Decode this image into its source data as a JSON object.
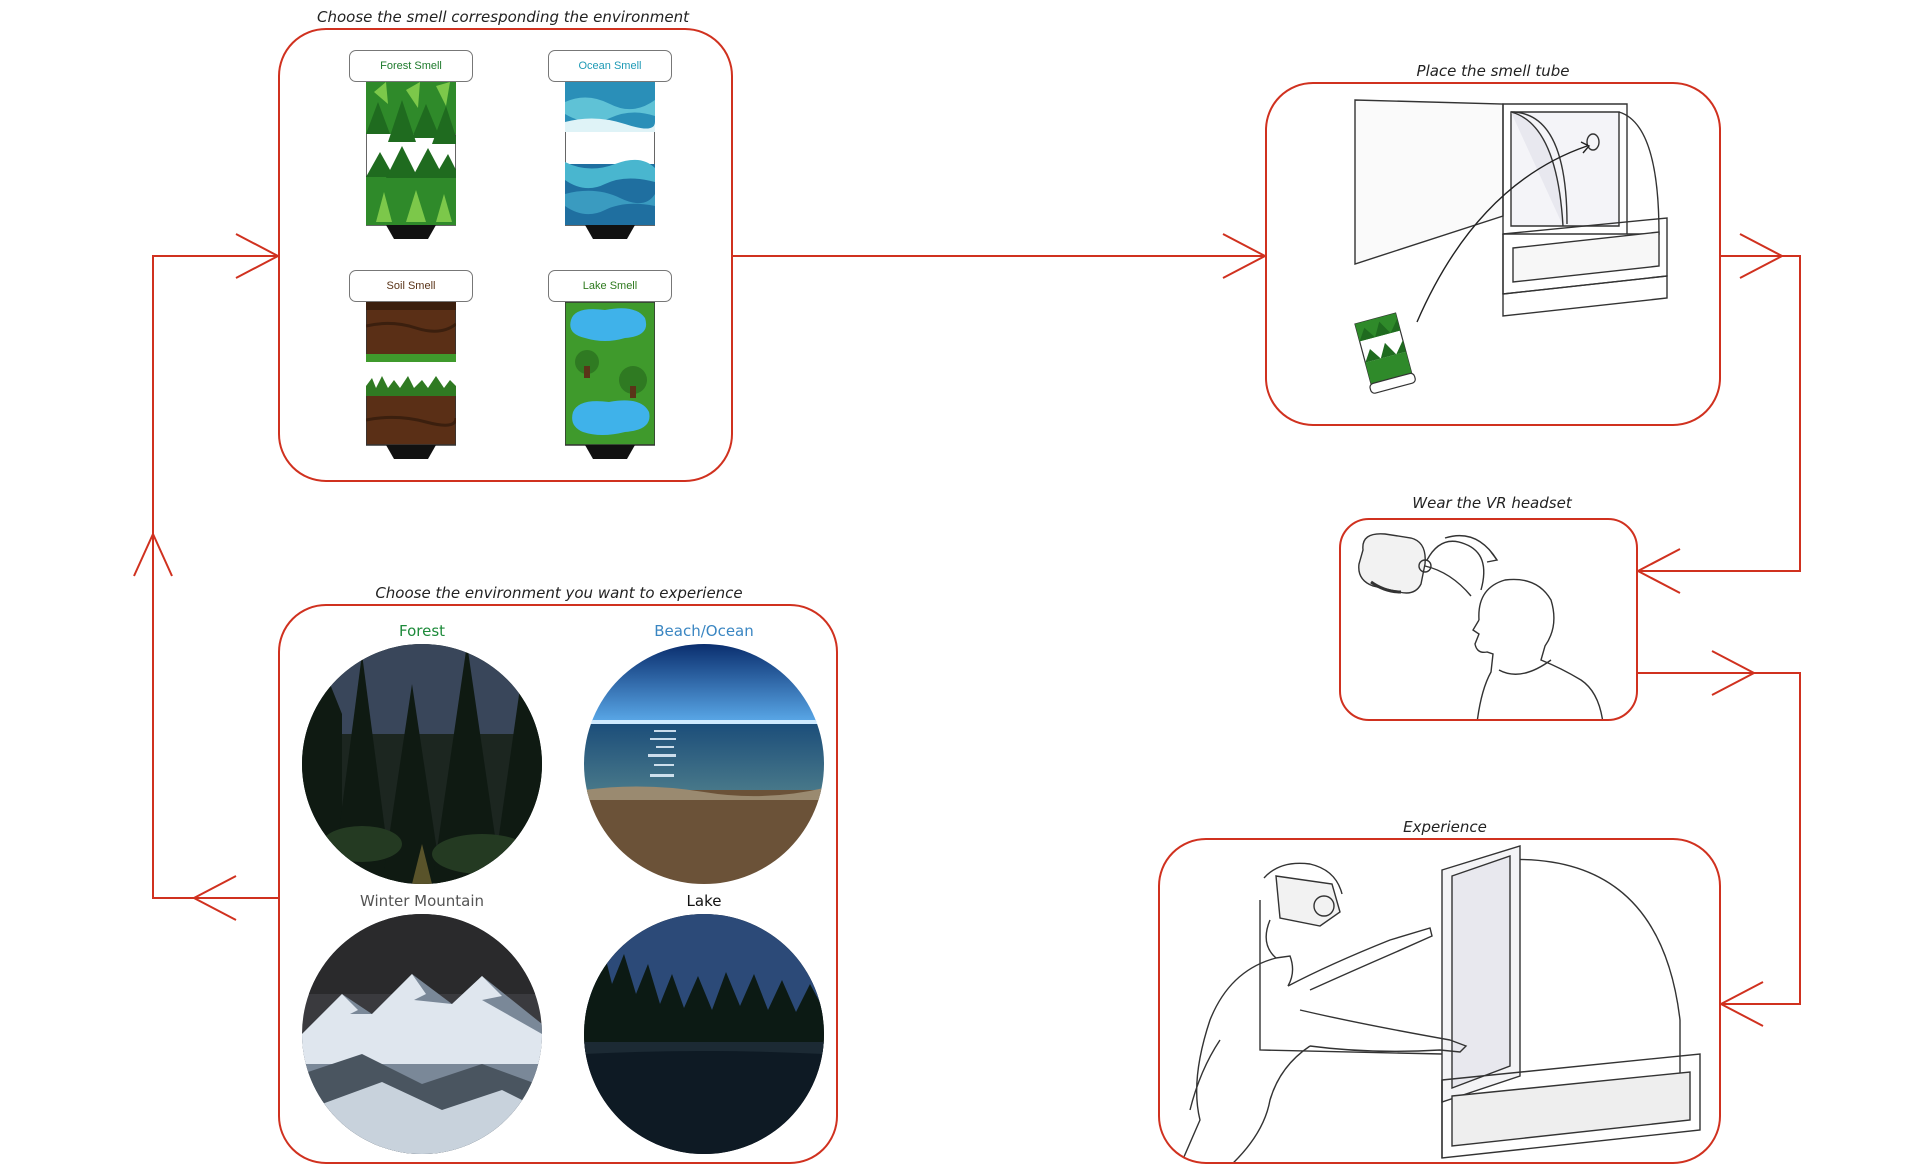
{
  "captions": {
    "choose_smell": "Choose the smell corresponding the environment",
    "place_tube": "Place the smell tube",
    "wear_headset": "Wear the VR headset",
    "choose_environment": "Choose the environment you want to experience",
    "experience": "Experience"
  },
  "smells": [
    {
      "label": "Forest Smell",
      "color": "#1e7a2c"
    },
    {
      "label": "Ocean Smell",
      "color": "#1e9ab5"
    },
    {
      "label": "Soil Smell",
      "color": "#5a3418"
    },
    {
      "label": "Lake Smell",
      "color": "#2e7a1e"
    }
  ],
  "environments": [
    {
      "label": "Forest",
      "color": "#1d8a3a"
    },
    {
      "label": "Beach/Ocean",
      "color": "#3a86c2"
    },
    {
      "label": "Winter Mountain",
      "color": "#555555"
    },
    {
      "label": "Lake",
      "color": "#111111"
    }
  ],
  "colors": {
    "accent": "#d0311f"
  }
}
